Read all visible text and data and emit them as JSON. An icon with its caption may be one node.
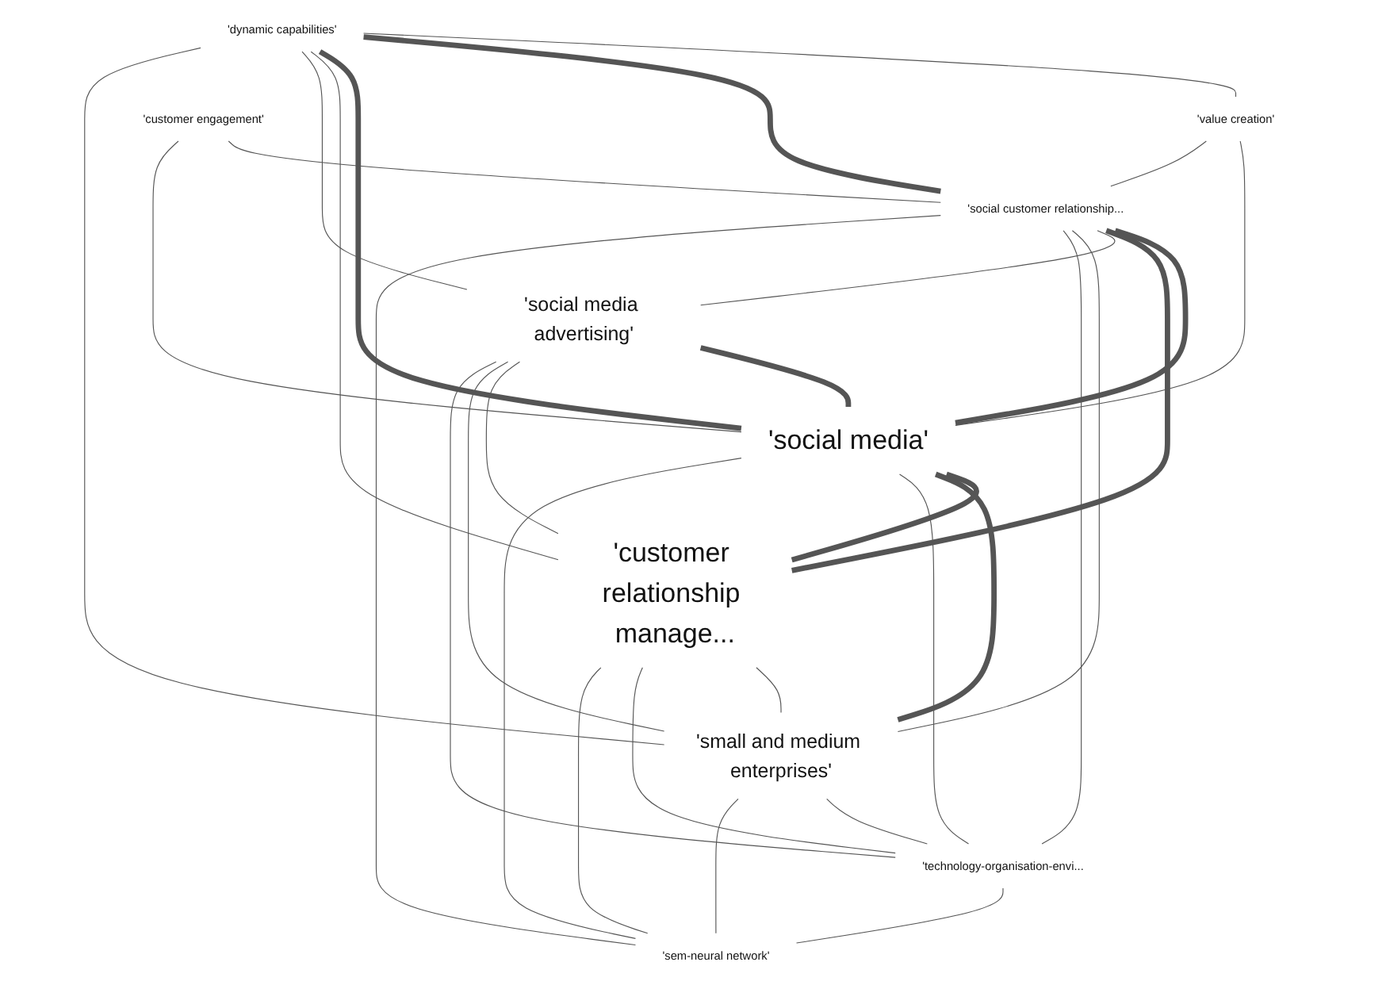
{
  "diagram": {
    "nodes": [
      {
        "text": [
          "'dynamic capabilities'"
        ]
      },
      {
        "text": [
          "'social customer relationship..."
        ]
      },
      {
        "text": [
          "'value creation'"
        ]
      },
      {
        "text": [
          "'customer engagement'"
        ]
      },
      {
        "text": [
          "'social media advertising'"
        ]
      },
      {
        "text": [
          "'social media'"
        ]
      },
      {
        "text": [
          "'customer relationship manage..."
        ]
      },
      {
        "text": [
          "'small and medium enterprises'"
        ]
      },
      {
        "text": [
          "'technology-organisation-envi..."
        ]
      },
      {
        "text": [
          "'sem-neural network'"
        ]
      }
    ],
    "edges": [
      {
        "from": 0,
        "to": 2,
        "arrow": "none"
      },
      {
        "from": 0,
        "to": 1,
        "arrow": "none",
        "style": "thick"
      },
      {
        "from": 0,
        "to": 5,
        "arrow": "none",
        "style": "thick"
      },
      {
        "from": 0,
        "to": 6,
        "arrow": "none"
      },
      {
        "from": 0,
        "to": 4,
        "arrow": "none"
      },
      {
        "from": 0,
        "to": 7,
        "arrow": "none"
      },
      {
        "from": 2,
        "to": 5,
        "arrow": "none"
      },
      {
        "from": 2,
        "to": 1,
        "arrow": "none"
      },
      {
        "from": 3,
        "to": 1,
        "arrow": "none"
      },
      {
        "from": 3,
        "to": 5,
        "arrow": "none"
      },
      {
        "from": 1,
        "to": 5,
        "arrow": "none",
        "style": "thick"
      },
      {
        "from": 1,
        "to": 6,
        "arrow": "none",
        "style": "thick"
      },
      {
        "from": 1,
        "to": 4,
        "arrow": "none"
      },
      {
        "from": 1,
        "to": 7,
        "arrow": "none"
      },
      {
        "from": 1,
        "to": 8,
        "arrow": "none"
      },
      {
        "from": 1,
        "to": 9,
        "arrow": "none"
      },
      {
        "from": 4,
        "to": 5,
        "arrow": "none",
        "style": "thick"
      },
      {
        "from": 4,
        "to": 6,
        "arrow": "none"
      },
      {
        "from": 4,
        "to": 7,
        "arrow": "none"
      },
      {
        "from": 4,
        "to": 8,
        "arrow": "none"
      },
      {
        "from": 5,
        "to": 6,
        "arrow": "none",
        "style": "thick"
      },
      {
        "from": 5,
        "to": 7,
        "arrow": "none",
        "style": "thick"
      },
      {
        "from": 5,
        "to": 8,
        "arrow": "none"
      },
      {
        "from": 5,
        "to": 9,
        "arrow": "none"
      },
      {
        "from": 6,
        "to": 7,
        "arrow": "none"
      },
      {
        "from": 6,
        "to": 8,
        "arrow": "none"
      },
      {
        "from": 6,
        "to": 9,
        "arrow": "none"
      },
      {
        "from": 7,
        "to": 8,
        "arrow": "none"
      },
      {
        "from": 7,
        "to": 9,
        "arrow": "none"
      },
      {
        "from": 8,
        "to": 9,
        "arrow": "none"
      }
    ]
  }
}
